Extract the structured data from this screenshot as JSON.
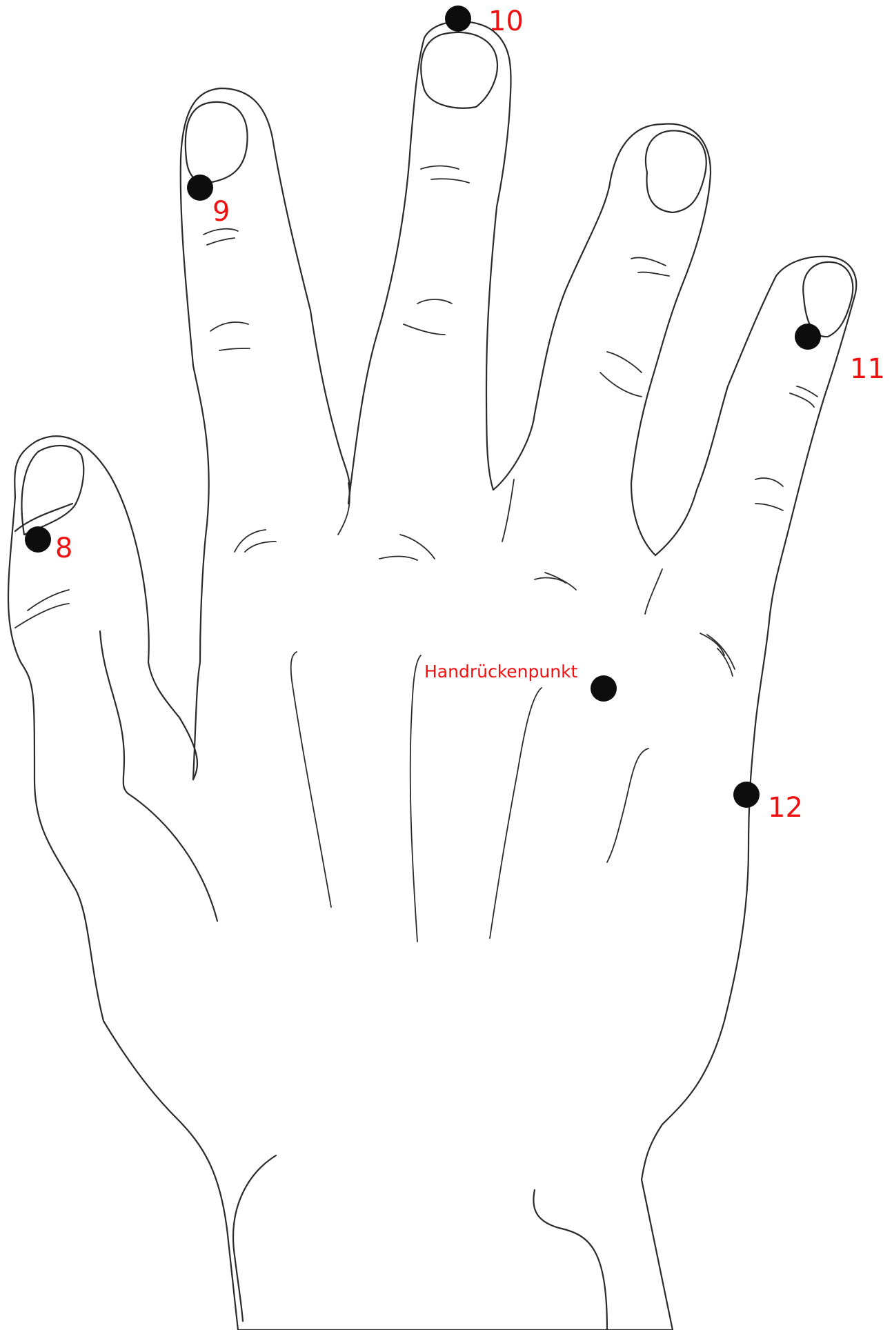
{
  "points": {
    "p8": {
      "label": "8",
      "color": "#ee1111"
    },
    "p9": {
      "label": "9",
      "color": "#ee1111"
    },
    "p10": {
      "label": "10",
      "color": "#ee1111"
    },
    "p11": {
      "label": "11",
      "color": "#ee1111"
    },
    "p12": {
      "label": "12",
      "color": "#ee1111"
    },
    "handback": {
      "label": "Handrückenpunkt",
      "color": "#ee1111"
    }
  },
  "colors": {
    "label": "#ee1111",
    "marker": "#0d0d0d",
    "outline": "#2a2a2a",
    "background": "#ffffff"
  }
}
